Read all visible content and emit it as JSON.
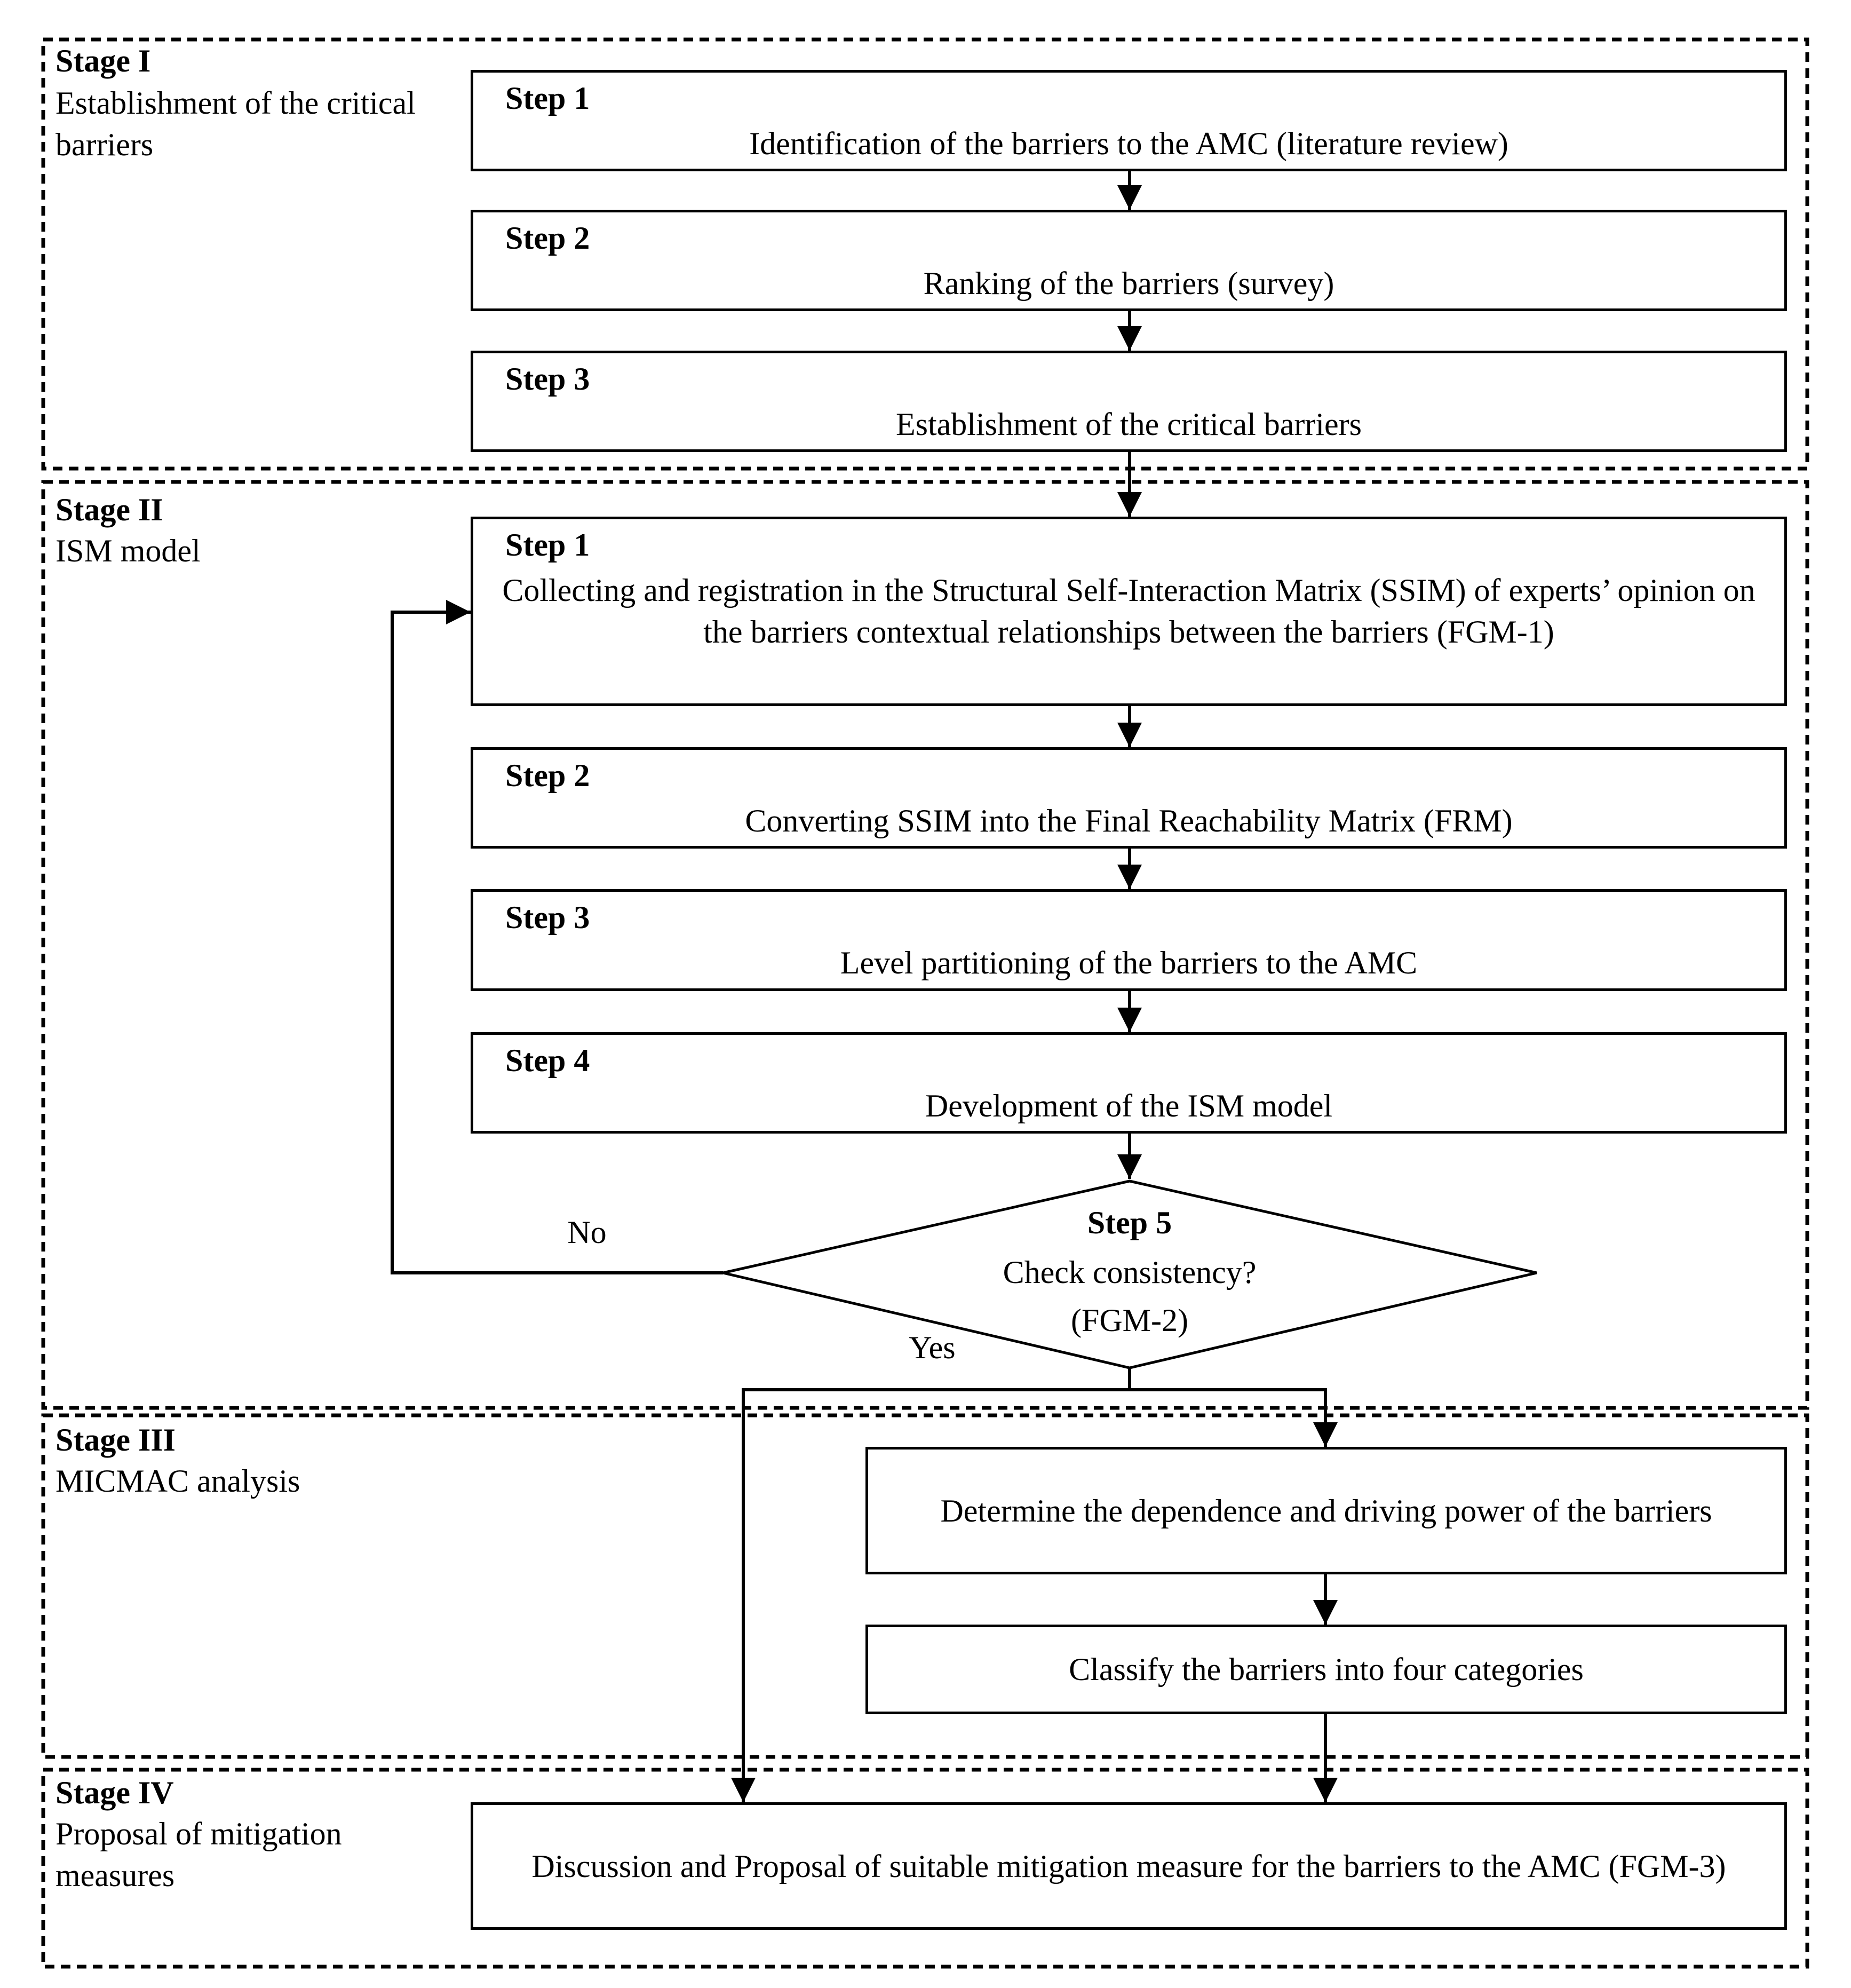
{
  "stages": [
    {
      "title": "Stage I",
      "description": "Establishment of the critical barriers"
    },
    {
      "title": "Stage II",
      "description": "ISM model"
    },
    {
      "title": "Stage III",
      "description": "MICMAC analysis"
    },
    {
      "title": "Stage IV",
      "description": "Proposal of mitigation measures"
    }
  ],
  "stage1_steps": [
    {
      "label": "Step 1",
      "text": "Identification of the barriers to the AMC (literature review)"
    },
    {
      "label": "Step 2",
      "text": "Ranking of the barriers (survey)"
    },
    {
      "label": "Step 3",
      "text": "Establishment of the  critical barriers"
    }
  ],
  "stage2_steps": [
    {
      "label": "Step 1",
      "text": "Collecting and registration in the Structural Self-Interaction Matrix (SSIM) of experts’ opinion on the barriers contextual relationships between the barriers (FGM-1)"
    },
    {
      "label": "Step 2",
      "text": "Converting SSIM into the Final Reachability Matrix (FRM)"
    },
    {
      "label": "Step 3",
      "text": "Level  partitioning of the barriers to the AMC"
    },
    {
      "label": "Step 4",
      "text": "Development of the ISM model"
    }
  ],
  "decision": {
    "label": "Step 5",
    "question": "Check consistency?",
    "note": "(FGM-2)",
    "no_label": "No",
    "yes_label": "Yes"
  },
  "stage3_boxes": [
    {
      "text": "Determine the dependence and driving power of the barriers"
    },
    {
      "text": "Classify the barriers into four categories"
    }
  ],
  "stage4_box": {
    "text": "Discussion and Proposal of suitable mitigation measure for the barriers to the AMC (FGM-3)"
  }
}
